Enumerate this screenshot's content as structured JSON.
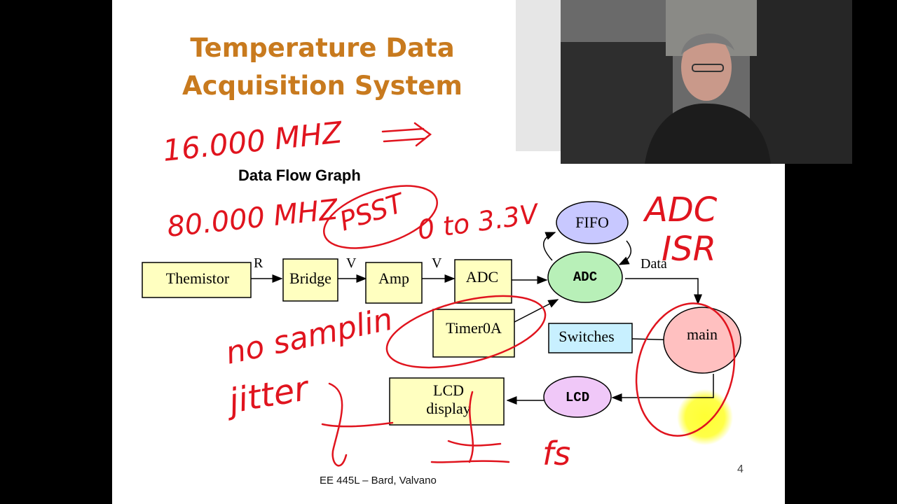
{
  "slide": {
    "title_line1": "Temperature Data",
    "title_line2": "Acquisition System",
    "subtitle": "Data Flow Graph",
    "footer": "EE 445L – Bard, Valvano",
    "page_number": "4"
  },
  "diagram": {
    "blocks": {
      "thermistor": "Themistor",
      "bridge": "Bridge",
      "amp": "Amp",
      "adc_block": "ADC",
      "timer": "Timer0A",
      "switches": "Switches",
      "lcd_display_line1": "LCD",
      "lcd_display_line2": "display"
    },
    "ovals": {
      "fifo": "FIFO",
      "adc_isr": "ADC",
      "main": "main",
      "lcd_driver": "LCD"
    },
    "edge_labels": {
      "r": "R",
      "v1": "V",
      "v2": "V",
      "data": "Data"
    }
  },
  "annotations": {
    "clock_16": "16.000 MHZ",
    "clock_80": "80.000 MHZ",
    "pssr": "PSST",
    "range": "0 to 3.3V",
    "adc_isr_note_line1": "ADC",
    "adc_isr_note_line2": "ISR",
    "no_sampling_line1": "no samplin",
    "no_sampling_line2": "jitter",
    "fs": "fs",
    "ink_color": "#e0141e"
  },
  "colors": {
    "block_fill": "#ffffc0",
    "fifo_fill": "#c8c8ff",
    "adc_fill": "#b8f0b8",
    "main_fill": "#ffc0c0",
    "lcd_oval_fill": "#f0c8f8",
    "switches_fill": "#c8f0ff",
    "title_color": "#c87a1e",
    "highlight": "#ffff33"
  }
}
